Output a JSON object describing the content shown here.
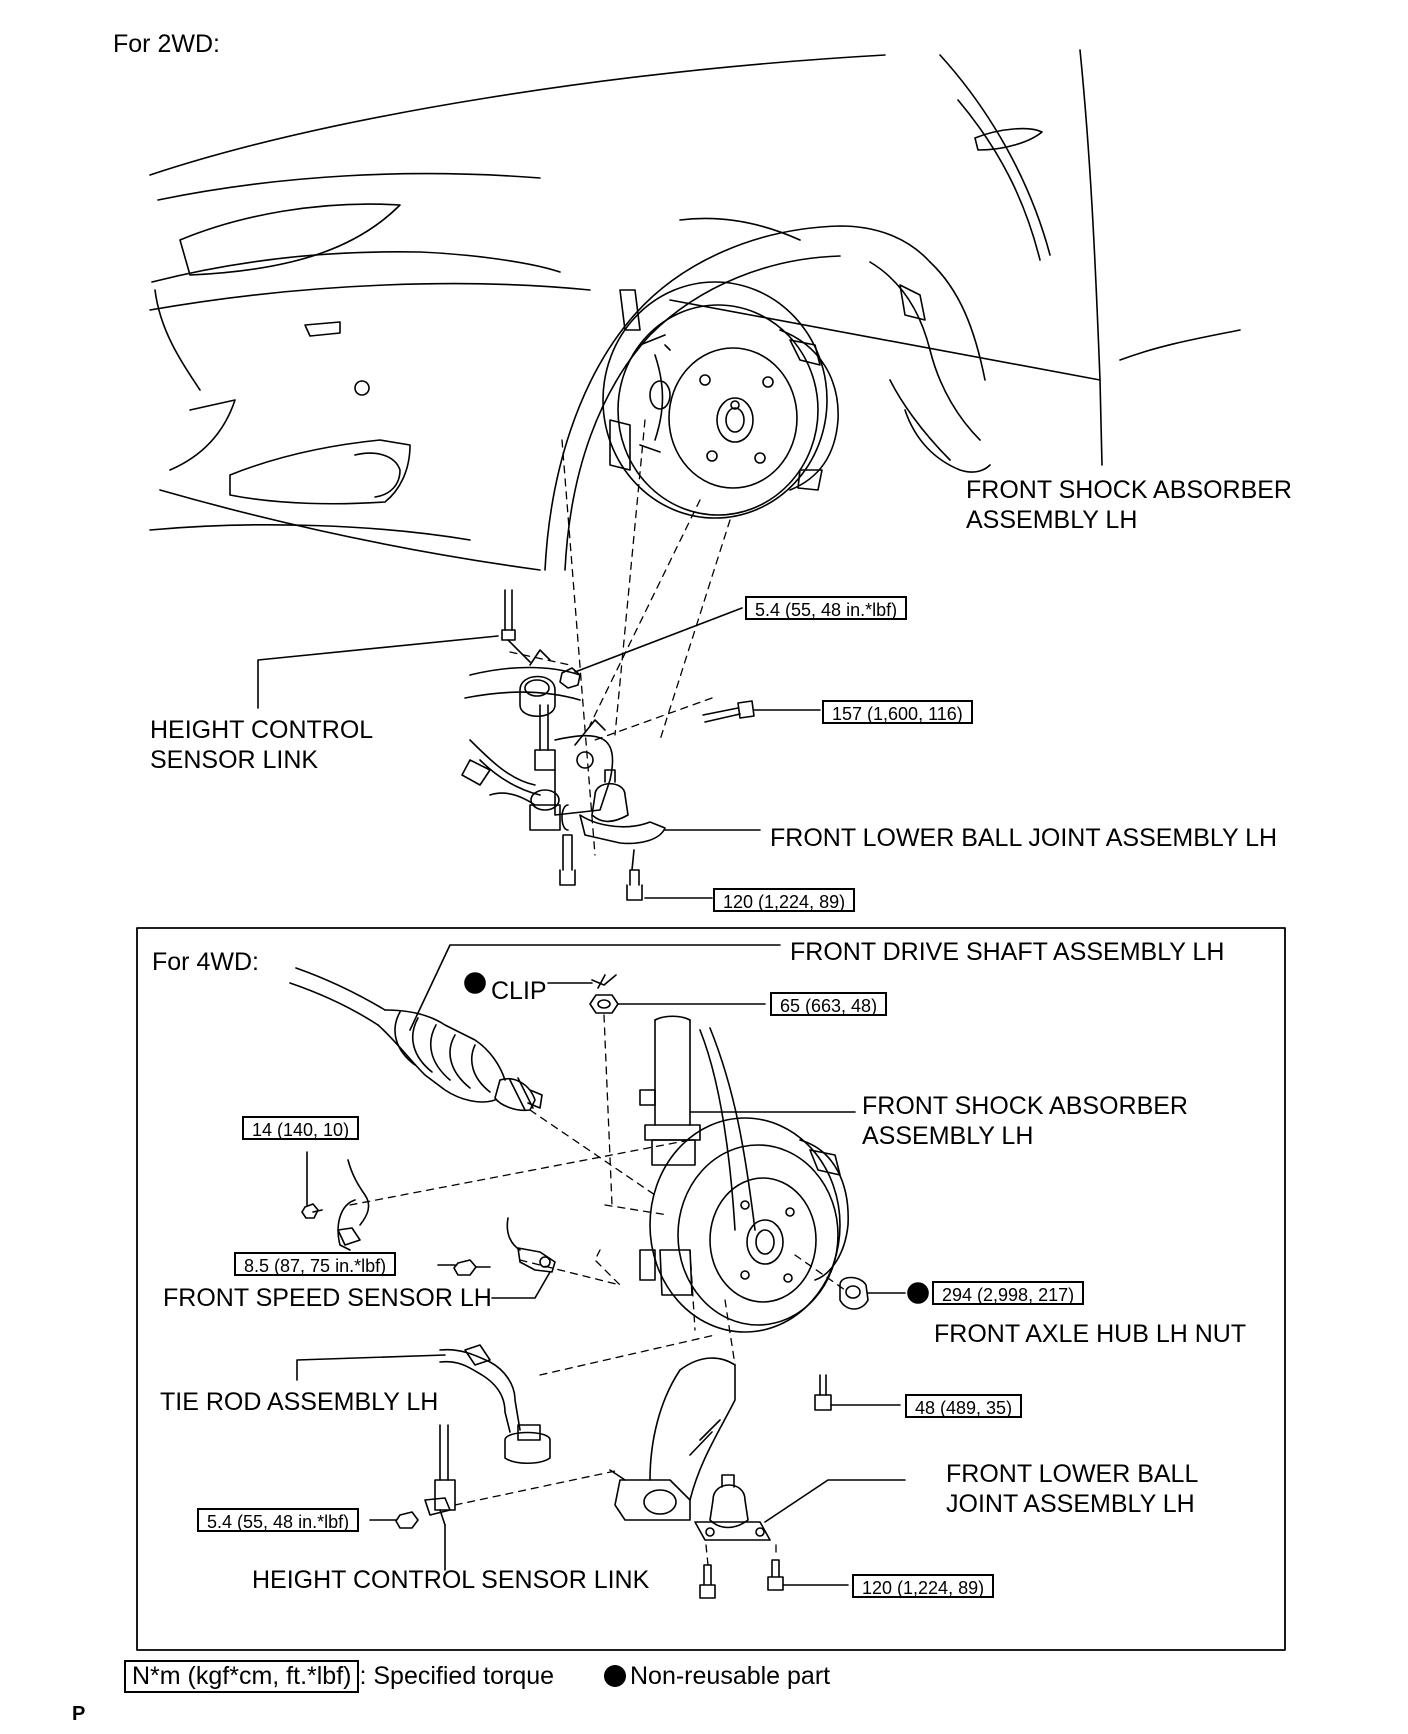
{
  "sections": {
    "two_wd_heading": "For 2WD:",
    "four_wd_heading": "For 4WD:"
  },
  "parts_2wd": {
    "shock_absorber": [
      "FRONT SHOCK ABSORBER",
      "ASSEMBLY LH"
    ],
    "height_control_link": [
      "HEIGHT CONTROL",
      "SENSOR LINK"
    ],
    "lower_ball_joint": "FRONT LOWER BALL JOINT ASSEMBLY LH"
  },
  "torques_2wd": {
    "sensor_nut": "5.4 (55, 48 in.*lbf)",
    "knuckle_bolt": "157 (1,600, 116)",
    "ball_joint_bolts": "120 (1,224, 89)"
  },
  "parts_4wd": {
    "drive_shaft": "FRONT DRIVE SHAFT ASSEMBLY LH",
    "clip": "CLIP",
    "shock_absorber": [
      "FRONT SHOCK ABSORBER",
      "ASSEMBLY LH"
    ],
    "speed_sensor": "FRONT SPEED SENSOR LH",
    "axle_hub_nut": "FRONT AXLE HUB LH NUT",
    "tie_rod": "TIE ROD ASSEMBLY LH",
    "lower_ball_joint": [
      "FRONT LOWER BALL",
      "JOINT ASSEMBLY LH"
    ],
    "height_control_link": "HEIGHT CONTROL SENSOR LINK"
  },
  "torques_4wd": {
    "tie_rod_nut": "65 (663, 48)",
    "sensor_bracket_bolt": "14 (140, 10)",
    "speed_sensor_bolt": "8.5 (87, 75 in.*lbf)",
    "axle_hub_nut": "294 (2,998, 217)",
    "knuckle_bolt": "48 (489, 35)",
    "height_sensor_nut": "5.4 (55, 48 in.*lbf)",
    "ball_joint_bolts": "120 (1,224, 89)"
  },
  "legend": {
    "torque_unit": "N*m (kgf*cm, ft.*lbf)",
    "torque_desc": ": Specified torque",
    "non_reusable": "Non-reusable part"
  },
  "footer_code": "P"
}
